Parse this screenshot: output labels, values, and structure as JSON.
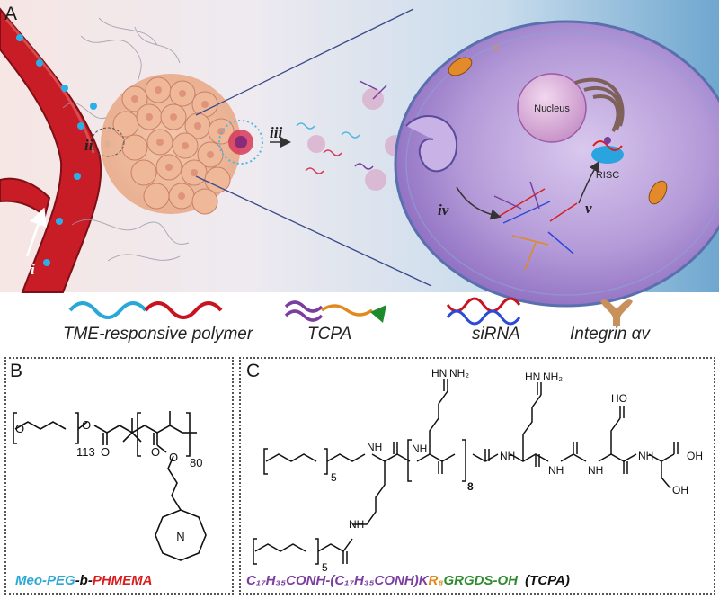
{
  "panel_a": {
    "letter": "A",
    "steps": [
      "i",
      "ii",
      "iii",
      "iv",
      "v"
    ],
    "nucleus_label": "Nucleus",
    "risc_label": "RISC"
  },
  "legend": {
    "items": [
      {
        "label": "TME-responsive polymer",
        "icon": "tme-polymer-icon"
      },
      {
        "label": "TCPA",
        "icon": "tcpa-icon"
      },
      {
        "label": "siRNA",
        "icon": "sirna-icon"
      },
      {
        "label": "Integrin αv",
        "icon": "integrin-icon"
      }
    ]
  },
  "panel_b": {
    "letter": "B",
    "peg_repeat": "113",
    "phmema_repeat": "80",
    "formula": {
      "meo_peg": "Meo-PEG",
      "b": "-b-",
      "phmema": "PHMEMA"
    }
  },
  "panel_c": {
    "letter": "C",
    "alkyl_repeat_1": "5",
    "alkyl_repeat_2": "5",
    "arg_repeat": "8",
    "nh2_label": "NH₂",
    "hn_label": "HN",
    "nh_label": "NH",
    "oh_label": "OH",
    "ho_label": "HO",
    "o_label": "O",
    "formula": {
      "part1": "C₁₇H₃₅CONH-(C₁₇H₃₅CONH)K",
      "part2": "R₈",
      "part3": "GRGDS-OH",
      "part4": "(TCPA)"
    }
  },
  "colors": {
    "meo_peg": "#29a8d8",
    "phmema": "#d81e1e",
    "tcpa_purple": "#7a3ea0",
    "r8_orange": "#e08a1e",
    "grgds_green": "#2e8b2e"
  }
}
